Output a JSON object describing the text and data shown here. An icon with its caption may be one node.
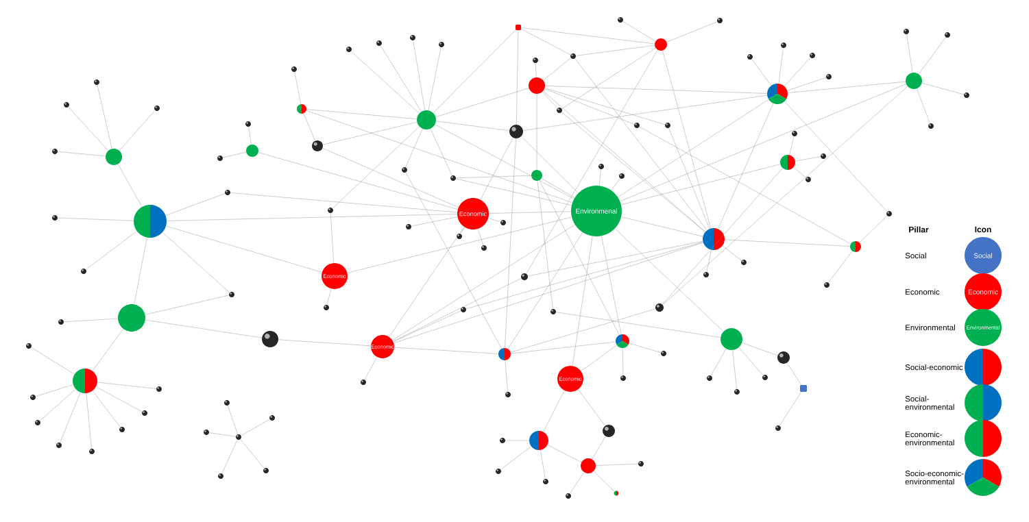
{
  "diagram": {
    "nodes": [
      {
        "text": [],
        "shape": "circle"
      },
      {
        "text": [],
        "shape": "circle"
      },
      {
        "text": [],
        "shape": "circle"
      },
      {
        "text": [],
        "shape": "circle"
      },
      {
        "text": [],
        "shape": "circle"
      },
      {
        "text": [],
        "shape": "circle"
      },
      {
        "text": [],
        "shape": "circle"
      },
      {
        "text": [],
        "shape": "circle"
      },
      {
        "text": [],
        "shape": "circle"
      },
      {
        "text": [],
        "shape": "box"
      },
      {
        "text": [],
        "shape": "circle"
      },
      {
        "text": [
          "Economic"
        ]
      },
      {
        "text": [
          "Environmenal"
        ]
      },
      {
        "text": [
          "Economic"
        ]
      },
      {
        "text": [
          "Economic"
        ]
      },
      {
        "text": [],
        "shape": "circle"
      },
      {
        "text": [],
        "shape": "circle"
      },
      {
        "text": [
          "Economic"
        ]
      },
      {
        "text": [],
        "shape": "circle"
      },
      {
        "text": [],
        "shape": "circle"
      },
      {
        "text": [],
        "shape": "circle"
      },
      {
        "text": [],
        "shape": "circle"
      },
      {
        "text": [],
        "shape": "circle"
      },
      {
        "text": [],
        "shape": "circle"
      },
      {
        "text": [],
        "shape": "circle"
      },
      {
        "text": [],
        "shape": "circle"
      },
      {
        "text": [],
        "shape": "circle"
      },
      {
        "text": [],
        "shape": "box"
      },
      {
        "text": [],
        "shape": "circle"
      },
      {
        "text": [],
        "shape": "circle"
      },
      {
        "text": [],
        "shape": "circle"
      },
      {
        "text": [],
        "shape": "circle"
      },
      {
        "text": [],
        "shape": "circle"
      },
      {
        "text": [],
        "shape": "circle"
      },
      {
        "text": [],
        "shape": "circle"
      },
      {
        "text": [],
        "shape": "circle"
      },
      {
        "text": [],
        "shape": "circle"
      },
      {
        "text": [],
        "shape": "circle"
      },
      {
        "text": [],
        "shape": "circle"
      },
      {
        "text": [],
        "shape": "circle"
      },
      {
        "text": [],
        "shape": "circle"
      },
      {
        "text": [],
        "shape": "circle"
      },
      {
        "text": [],
        "shape": "circle"
      },
      {
        "text": [],
        "shape": "circle"
      },
      {
        "text": [],
        "shape": "circle"
      },
      {
        "text": [],
        "shape": "circle"
      },
      {
        "text": [],
        "shape": "circle"
      },
      {
        "text": [],
        "shape": "circle"
      },
      {
        "text": [],
        "shape": "circle"
      },
      {
        "text": [],
        "shape": "circle"
      },
      {
        "text": [],
        "shape": "circle"
      },
      {
        "text": [],
        "shape": "circle"
      },
      {
        "text": [],
        "shape": "circle"
      },
      {
        "text": [],
        "shape": "circle"
      },
      {
        "text": [],
        "shape": "circle"
      },
      {
        "text": [],
        "shape": "circle"
      },
      {
        "text": [],
        "shape": "circle"
      },
      {
        "text": [],
        "shape": "circle"
      },
      {
        "text": [],
        "shape": "circle"
      },
      {
        "text": [],
        "shape": "circle"
      },
      {
        "text": [],
        "shape": "circle"
      },
      {
        "text": [],
        "shape": "circle"
      },
      {
        "text": [],
        "shape": "circle"
      },
      {
        "text": [],
        "shape": "circle"
      },
      {
        "text": [],
        "shape": "circle"
      },
      {
        "text": [],
        "shape": "circle"
      },
      {
        "text": [],
        "shape": "circle"
      },
      {
        "text": [],
        "shape": "circle"
      },
      {
        "text": [],
        "shape": "circle"
      },
      {
        "text": [],
        "shape": "circle"
      },
      {
        "text": [],
        "shape": "circle"
      },
      {
        "text": [],
        "shape": "circle"
      },
      {
        "text": [],
        "shape": "circle"
      },
      {
        "text": [],
        "shape": "circle"
      },
      {
        "text": [],
        "shape": "circle"
      },
      {
        "text": [],
        "shape": "circle"
      },
      {
        "text": [],
        "shape": "circle"
      },
      {
        "text": [],
        "shape": "circle"
      },
      {
        "text": [],
        "shape": "circle"
      },
      {
        "text": [],
        "shape": "circle"
      },
      {
        "text": [],
        "shape": "circle"
      },
      {
        "text": [],
        "shape": "circle"
      },
      {
        "text": [],
        "shape": "circle"
      },
      {
        "text": [],
        "shape": "circle"
      },
      {
        "text": [],
        "shape": "circle"
      },
      {
        "text": [],
        "shape": "circle"
      },
      {
        "text": [],
        "shape": "circle"
      },
      {
        "text": [],
        "shape": "circle"
      },
      {
        "text": [],
        "shape": "circle"
      },
      {
        "text": [],
        "shape": "circle"
      },
      {
        "text": [],
        "shape": "circle"
      },
      {
        "text": [],
        "shape": "circle"
      },
      {
        "text": [],
        "shape": "circle"
      },
      {
        "text": [],
        "shape": "circle"
      },
      {
        "text": [],
        "shape": "circle"
      },
      {
        "text": [],
        "shape": "circle"
      },
      {
        "text": [],
        "shape": "circle"
      },
      {
        "text": [],
        "shape": "circle"
      },
      {
        "text": [],
        "shape": "circle"
      },
      {
        "text": [],
        "shape": "circle"
      },
      {
        "text": [],
        "shape": "circle"
      },
      {
        "text": [],
        "shape": "circle"
      },
      {
        "text": [],
        "shape": "circle"
      },
      {
        "text": [],
        "shape": "circle"
      },
      {
        "text": [],
        "shape": "circle"
      },
      {
        "text": [],
        "shape": "circle"
      },
      {
        "text": [],
        "shape": "circle"
      },
      {
        "text": [],
        "shape": "circle"
      },
      {
        "text": [],
        "shape": "circle"
      },
      {
        "text": [],
        "shape": "circle"
      },
      {
        "text": [],
        "shape": "circle"
      },
      {
        "text": [],
        "shape": "circle"
      }
    ],
    "edges": [
      {
        "from": 0,
        "to": 36,
        "arrow": "none"
      },
      {
        "from": 0,
        "to": 37,
        "arrow": "none"
      },
      {
        "from": 0,
        "to": 38,
        "arrow": "none"
      },
      {
        "from": 0,
        "to": 39,
        "arrow": "none"
      },
      {
        "from": 0,
        "to": 1,
        "arrow": "none"
      },
      {
        "from": 1,
        "to": 40,
        "arrow": "none"
      },
      {
        "from": 1,
        "to": 41,
        "arrow": "none"
      },
      {
        "from": 1,
        "to": 42,
        "arrow": "none"
      },
      {
        "from": 1,
        "to": 43,
        "arrow": "none"
      },
      {
        "from": 1,
        "to": 2,
        "arrow": "none"
      },
      {
        "from": 1,
        "to": 11,
        "arrow": "none"
      },
      {
        "from": 1,
        "to": 13,
        "arrow": "none"
      },
      {
        "from": 43,
        "to": 11,
        "arrow": "none"
      },
      {
        "from": 2,
        "to": 44,
        "arrow": "none"
      },
      {
        "from": 2,
        "to": 42,
        "arrow": "none"
      },
      {
        "from": 2,
        "to": 30,
        "arrow": "none"
      },
      {
        "from": 2,
        "to": 3,
        "arrow": "none"
      },
      {
        "from": 30,
        "to": 14,
        "arrow": "none"
      },
      {
        "from": 3,
        "to": 45,
        "arrow": "none"
      },
      {
        "from": 3,
        "to": 46,
        "arrow": "none"
      },
      {
        "from": 3,
        "to": 47,
        "arrow": "none"
      },
      {
        "from": 3,
        "to": 48,
        "arrow": "none"
      },
      {
        "from": 3,
        "to": 49,
        "arrow": "none"
      },
      {
        "from": 3,
        "to": 50,
        "arrow": "none"
      },
      {
        "from": 3,
        "to": 51,
        "arrow": "none"
      },
      {
        "from": 3,
        "to": 52,
        "arrow": "none"
      },
      {
        "from": 35,
        "to": 53,
        "arrow": "none"
      },
      {
        "from": 35,
        "to": 54,
        "arrow": "none"
      },
      {
        "from": 35,
        "to": 55,
        "arrow": "none"
      },
      {
        "from": 35,
        "to": 56,
        "arrow": "none"
      },
      {
        "from": 35,
        "to": 57,
        "arrow": "none"
      },
      {
        "from": 4,
        "to": 58,
        "arrow": "none"
      },
      {
        "from": 4,
        "to": 59,
        "arrow": "none"
      },
      {
        "from": 4,
        "to": 11,
        "arrow": "none"
      },
      {
        "from": 5,
        "to": 60,
        "arrow": "none"
      },
      {
        "from": 5,
        "to": 28,
        "arrow": "none"
      },
      {
        "from": 5,
        "to": 6,
        "arrow": "none"
      },
      {
        "from": 5,
        "to": 12,
        "arrow": "none"
      },
      {
        "from": 28,
        "to": 6,
        "arrow": "none"
      },
      {
        "from": 28,
        "to": 11,
        "arrow": "none"
      },
      {
        "from": 6,
        "to": 61,
        "arrow": "none"
      },
      {
        "from": 6,
        "to": 62,
        "arrow": "none"
      },
      {
        "from": 6,
        "to": 63,
        "arrow": "none"
      },
      {
        "from": 6,
        "to": 64,
        "arrow": "none"
      },
      {
        "from": 6,
        "to": 9,
        "arrow": "none"
      },
      {
        "from": 6,
        "to": 7,
        "arrow": "none"
      },
      {
        "from": 6,
        "to": 29,
        "arrow": "none"
      },
      {
        "from": 6,
        "to": 65,
        "arrow": "none"
      },
      {
        "from": 6,
        "to": 66,
        "arrow": "none"
      },
      {
        "from": 6,
        "to": 12,
        "arrow": "none"
      },
      {
        "from": 6,
        "to": 67,
        "arrow": "none"
      },
      {
        "from": 67,
        "to": 13,
        "arrow": "none"
      },
      {
        "from": 9,
        "to": 29,
        "arrow": "none"
      },
      {
        "from": 9,
        "to": 68,
        "arrow": "none"
      },
      {
        "from": 9,
        "to": 8,
        "arrow": "none"
      },
      {
        "from": 29,
        "to": 15,
        "arrow": "none"
      },
      {
        "from": 68,
        "to": 8,
        "arrow": "none"
      },
      {
        "from": 68,
        "to": 7,
        "arrow": "none"
      },
      {
        "from": 68,
        "to": 24,
        "arrow": "none"
      },
      {
        "from": 7,
        "to": 69,
        "arrow": "none"
      },
      {
        "from": 7,
        "to": 21,
        "arrow": "none"
      },
      {
        "from": 7,
        "to": 10,
        "arrow": "none"
      },
      {
        "from": 7,
        "to": 70,
        "arrow": "none"
      },
      {
        "from": 7,
        "to": 24,
        "arrow": "none"
      },
      {
        "from": 7,
        "to": 109,
        "arrow": "none"
      },
      {
        "from": 7,
        "to": 110,
        "arrow": "none"
      },
      {
        "from": 70,
        "to": 8,
        "arrow": "none"
      },
      {
        "from": 70,
        "to": 24,
        "arrow": "none"
      },
      {
        "from": 109,
        "to": 25,
        "arrow": "none"
      },
      {
        "from": 110,
        "to": 24,
        "arrow": "none"
      },
      {
        "from": 8,
        "to": 71,
        "arrow": "none"
      },
      {
        "from": 8,
        "to": 72,
        "arrow": "none"
      },
      {
        "from": 8,
        "to": 24,
        "arrow": "none"
      },
      {
        "from": 8,
        "to": 34,
        "arrow": "none"
      },
      {
        "from": 29,
        "to": 21,
        "arrow": "none"
      },
      {
        "from": 29,
        "to": 11,
        "arrow": "none"
      },
      {
        "from": 29,
        "to": 12,
        "arrow": "none"
      },
      {
        "from": 10,
        "to": 66,
        "arrow": "none"
      },
      {
        "from": 10,
        "to": 12,
        "arrow": "none"
      },
      {
        "from": 10,
        "to": 82,
        "arrow": "none"
      },
      {
        "from": 10,
        "to": 16,
        "arrow": "none"
      },
      {
        "from": 66,
        "to": 12,
        "arrow": "none"
      },
      {
        "from": 11,
        "to": 73,
        "arrow": "none"
      },
      {
        "from": 11,
        "to": 74,
        "arrow": "none"
      },
      {
        "from": 11,
        "to": 75,
        "arrow": "none"
      },
      {
        "from": 11,
        "to": 76,
        "arrow": "none"
      },
      {
        "from": 11,
        "to": 12,
        "arrow": "none"
      },
      {
        "from": 11,
        "to": 14,
        "arrow": "none"
      },
      {
        "from": 12,
        "to": 77,
        "arrow": "none"
      },
      {
        "from": 12,
        "to": 78,
        "arrow": "none"
      },
      {
        "from": 12,
        "to": 21,
        "arrow": "none"
      },
      {
        "from": 12,
        "to": 22,
        "arrow": "none"
      },
      {
        "from": 12,
        "to": 23,
        "arrow": "none"
      },
      {
        "from": 12,
        "to": 24,
        "arrow": "none"
      },
      {
        "from": 12,
        "to": 26,
        "arrow": "none"
      },
      {
        "from": 12,
        "to": 17,
        "arrow": "none"
      },
      {
        "from": 12,
        "to": 16,
        "arrow": "none"
      },
      {
        "from": 12,
        "to": 15,
        "arrow": "none"
      },
      {
        "from": 12,
        "to": 13,
        "arrow": "none"
      },
      {
        "from": 13,
        "to": 79,
        "arrow": "none"
      },
      {
        "from": 14,
        "to": 80,
        "arrow": "none"
      },
      {
        "from": 14,
        "to": 15,
        "arrow": "none"
      },
      {
        "from": 14,
        "to": 34,
        "arrow": "none"
      },
      {
        "from": 14,
        "to": 24,
        "arrow": "none"
      },
      {
        "from": 14,
        "to": 111,
        "arrow": "none"
      },
      {
        "from": 14,
        "to": 12,
        "arrow": "none"
      },
      {
        "from": 111,
        "to": 24,
        "arrow": "none"
      },
      {
        "from": 65,
        "to": 15,
        "arrow": "none"
      },
      {
        "from": 15,
        "to": 81,
        "arrow": "none"
      },
      {
        "from": 15,
        "to": 16,
        "arrow": "none"
      },
      {
        "from": 15,
        "to": 31,
        "arrow": "none"
      },
      {
        "from": 16,
        "to": 83,
        "arrow": "none"
      },
      {
        "from": 16,
        "to": 84,
        "arrow": "none"
      },
      {
        "from": 16,
        "to": 17,
        "arrow": "none"
      },
      {
        "from": 34,
        "to": 24,
        "arrow": "none"
      },
      {
        "from": 31,
        "to": 23,
        "arrow": "none"
      },
      {
        "from": 31,
        "to": 22,
        "arrow": "none"
      },
      {
        "from": 17,
        "to": 18,
        "arrow": "none"
      },
      {
        "from": 17,
        "to": 33,
        "arrow": "none"
      },
      {
        "from": 18,
        "to": 85,
        "arrow": "none"
      },
      {
        "from": 18,
        "to": 86,
        "arrow": "none"
      },
      {
        "from": 18,
        "to": 87,
        "arrow": "none"
      },
      {
        "from": 18,
        "to": 19,
        "arrow": "none"
      },
      {
        "from": 19,
        "to": 88,
        "arrow": "none"
      },
      {
        "from": 19,
        "to": 89,
        "arrow": "none"
      },
      {
        "from": 19,
        "to": 20,
        "arrow": "none"
      },
      {
        "from": 19,
        "to": 33,
        "arrow": "none"
      },
      {
        "from": 21,
        "to": 90,
        "arrow": "none"
      },
      {
        "from": 21,
        "to": 91,
        "arrow": "none"
      },
      {
        "from": 21,
        "to": 92,
        "arrow": "none"
      },
      {
        "from": 21,
        "to": 93,
        "arrow": "none"
      },
      {
        "from": 21,
        "to": 22,
        "arrow": "none"
      },
      {
        "from": 21,
        "to": 24,
        "arrow": "none"
      },
      {
        "from": 21,
        "to": 94,
        "arrow": "none"
      },
      {
        "from": 94,
        "to": 25,
        "arrow": "none"
      },
      {
        "from": 22,
        "to": 95,
        "arrow": "none"
      },
      {
        "from": 22,
        "to": 96,
        "arrow": "none"
      },
      {
        "from": 22,
        "to": 97,
        "arrow": "none"
      },
      {
        "from": 22,
        "to": 98,
        "arrow": "none"
      },
      {
        "from": 23,
        "to": 99,
        "arrow": "none"
      },
      {
        "from": 23,
        "to": 100,
        "arrow": "none"
      },
      {
        "from": 23,
        "to": 101,
        "arrow": "none"
      },
      {
        "from": 24,
        "to": 102,
        "arrow": "none"
      },
      {
        "from": 24,
        "to": 103,
        "arrow": "none"
      },
      {
        "from": 24,
        "to": 25,
        "arrow": "none"
      },
      {
        "from": 25,
        "to": 104,
        "arrow": "none"
      },
      {
        "from": 26,
        "to": 105,
        "arrow": "none"
      },
      {
        "from": 26,
        "to": 106,
        "arrow": "none"
      },
      {
        "from": 26,
        "to": 107,
        "arrow": "none"
      },
      {
        "from": 26,
        "to": 32,
        "arrow": "none"
      },
      {
        "from": 26,
        "to": 82,
        "arrow": "none"
      },
      {
        "from": 32,
        "to": 27,
        "arrow": "none"
      },
      {
        "from": 27,
        "to": 108,
        "arrow": "none"
      }
    ],
    "labels": [
      "Pillar",
      "Icon",
      "Social",
      "Economic",
      "Environmental"
    ],
    "legend": [
      {
        "text": "Social",
        "color": "#4472c4"
      },
      {
        "text": "Economic",
        "color": "#ff0000"
      },
      {
        "text": "Environmental",
        "color": "#00b050"
      },
      {
        "text": "Social-economic"
      },
      {
        "text": "Social-environmental"
      },
      {
        "text": "Economic-environmental"
      },
      {
        "text": "Socio-economic-environmental"
      }
    ]
  }
}
